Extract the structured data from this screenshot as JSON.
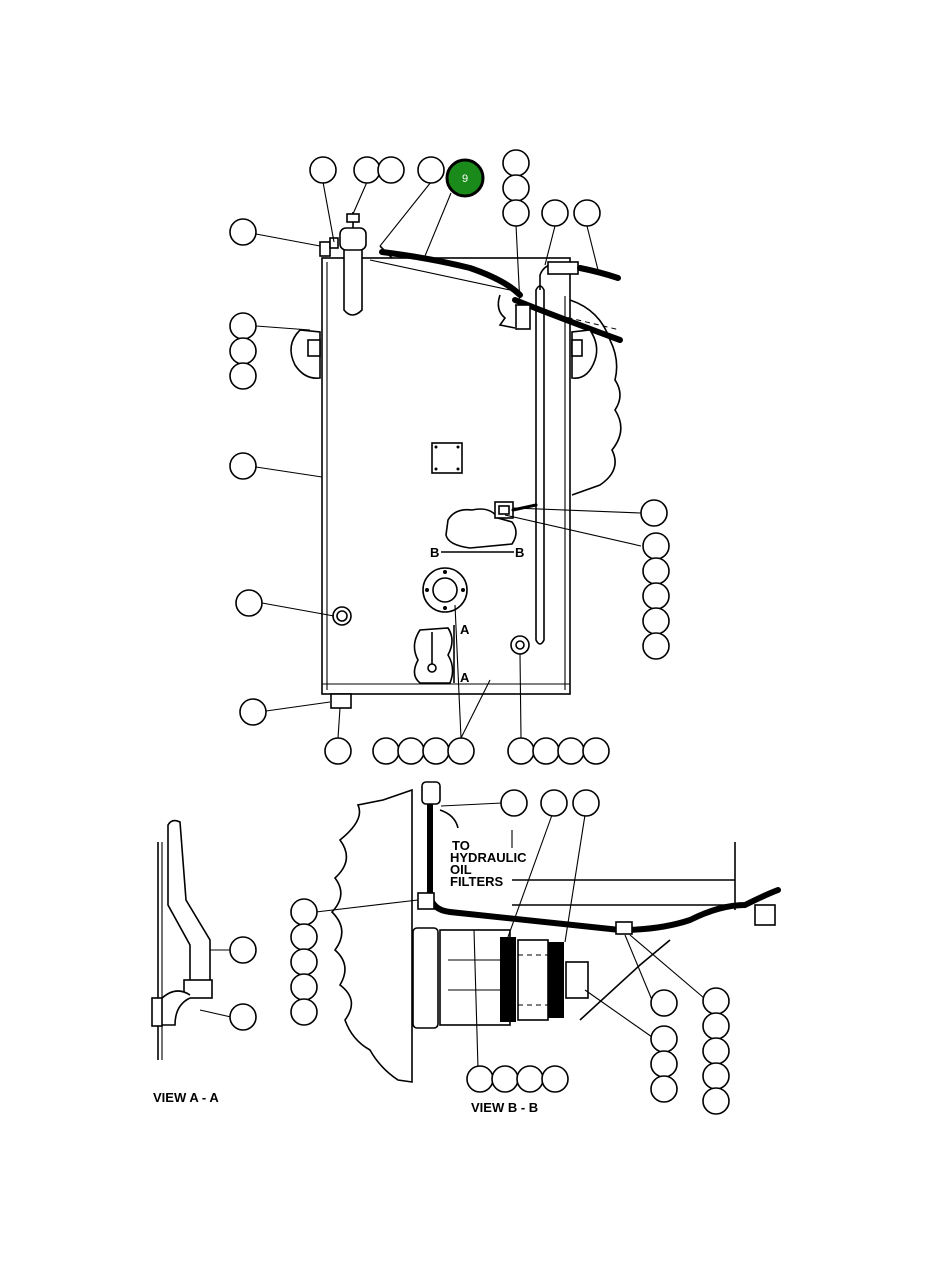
{
  "highlighted_callout": {
    "number": "9",
    "color": "#1a8a1a"
  },
  "labels": {
    "to_hydraulic_line1": "TO",
    "to_hydraulic_line2": "HYDRAULIC",
    "to_hydraulic_line3": "OIL",
    "to_hydraulic_line4": "FILTERS",
    "view_a_caption": "VIEW A - A",
    "view_b_caption": "VIEW B - B",
    "section_b": "B",
    "section_a": "A"
  }
}
